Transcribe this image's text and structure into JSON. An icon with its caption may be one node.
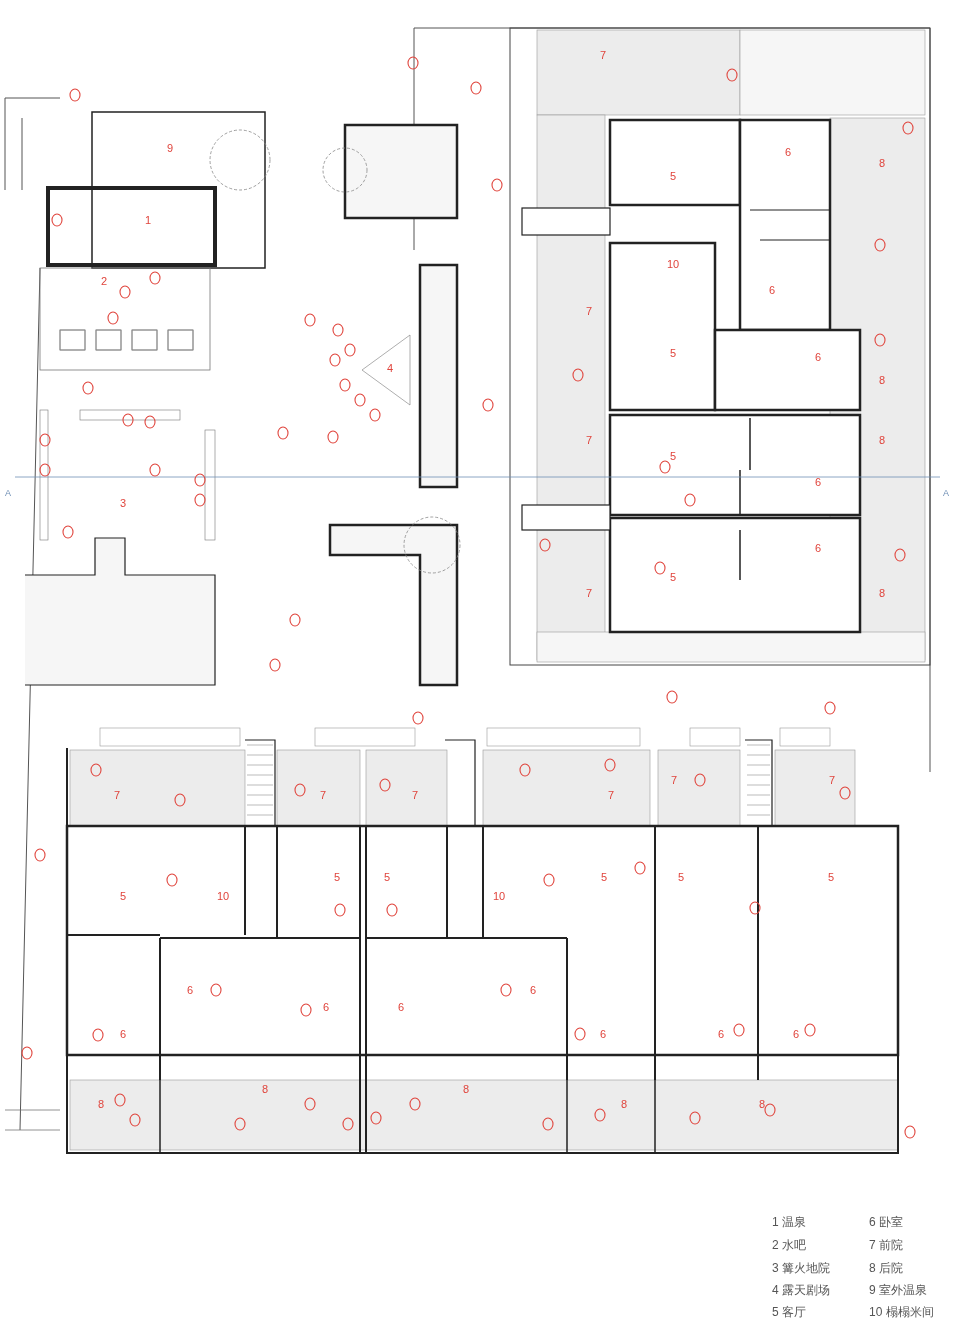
{
  "diagram": {
    "labels": [
      "7",
      "9",
      "6",
      "5",
      "8",
      "1",
      "10",
      "2",
      "6",
      "7",
      "5",
      "6",
      "4",
      "8",
      "7",
      "8",
      "5",
      "A",
      "A",
      "6",
      "3",
      "6",
      "5",
      "7",
      "8",
      "7",
      "7",
      "7",
      "7",
      "7",
      "7",
      "5",
      "5",
      "5",
      "5",
      "5",
      "5",
      "10",
      "10",
      "6",
      "6",
      "6",
      "6",
      "6",
      "6",
      "6",
      "6",
      "8",
      "8",
      "8",
      "8",
      "8",
      "1 温泉",
      "6 卧室",
      "2 水吧",
      "7 前院",
      "3 篝火地院",
      "8 后院",
      "4 露天剧场",
      "9 室外温泉",
      "5 客厅",
      "10 榻榻米间"
    ]
  }
}
